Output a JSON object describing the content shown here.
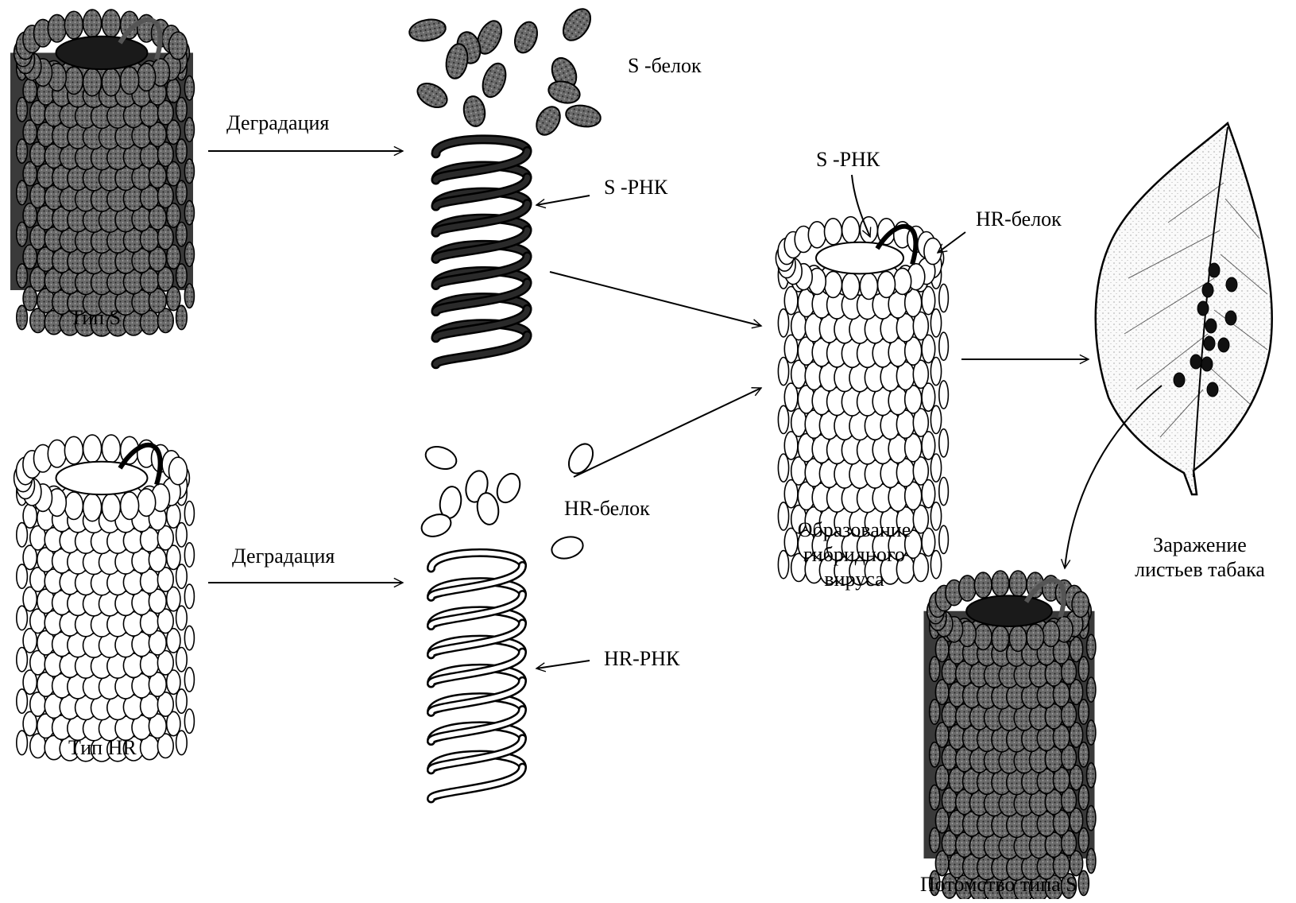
{
  "labels": {
    "type_s": "Тип S",
    "type_hr": "Тип HR",
    "degradation_top": "Деградация",
    "degradation_bottom": "Деградация",
    "s_protein": "S -белок",
    "s_rna_top": "S -РНК",
    "hr_protein_lower": "HR-белок",
    "hr_rna": "HR-РНК",
    "s_rna_hybrid": "S -РНК",
    "hr_protein_hybrid": "HR-белок",
    "hybrid_line1": "Образование",
    "hybrid_line2": "гибридного",
    "hybrid_line3": "вируса",
    "infection_line1": "Заражение",
    "infection_line2": "листьев табака",
    "offspring": "Потомство типа S"
  },
  "colors": {
    "ink": "#000000",
    "dark_capsomere": "#3a3a3a",
    "light_capsomere": "#ffffff"
  }
}
